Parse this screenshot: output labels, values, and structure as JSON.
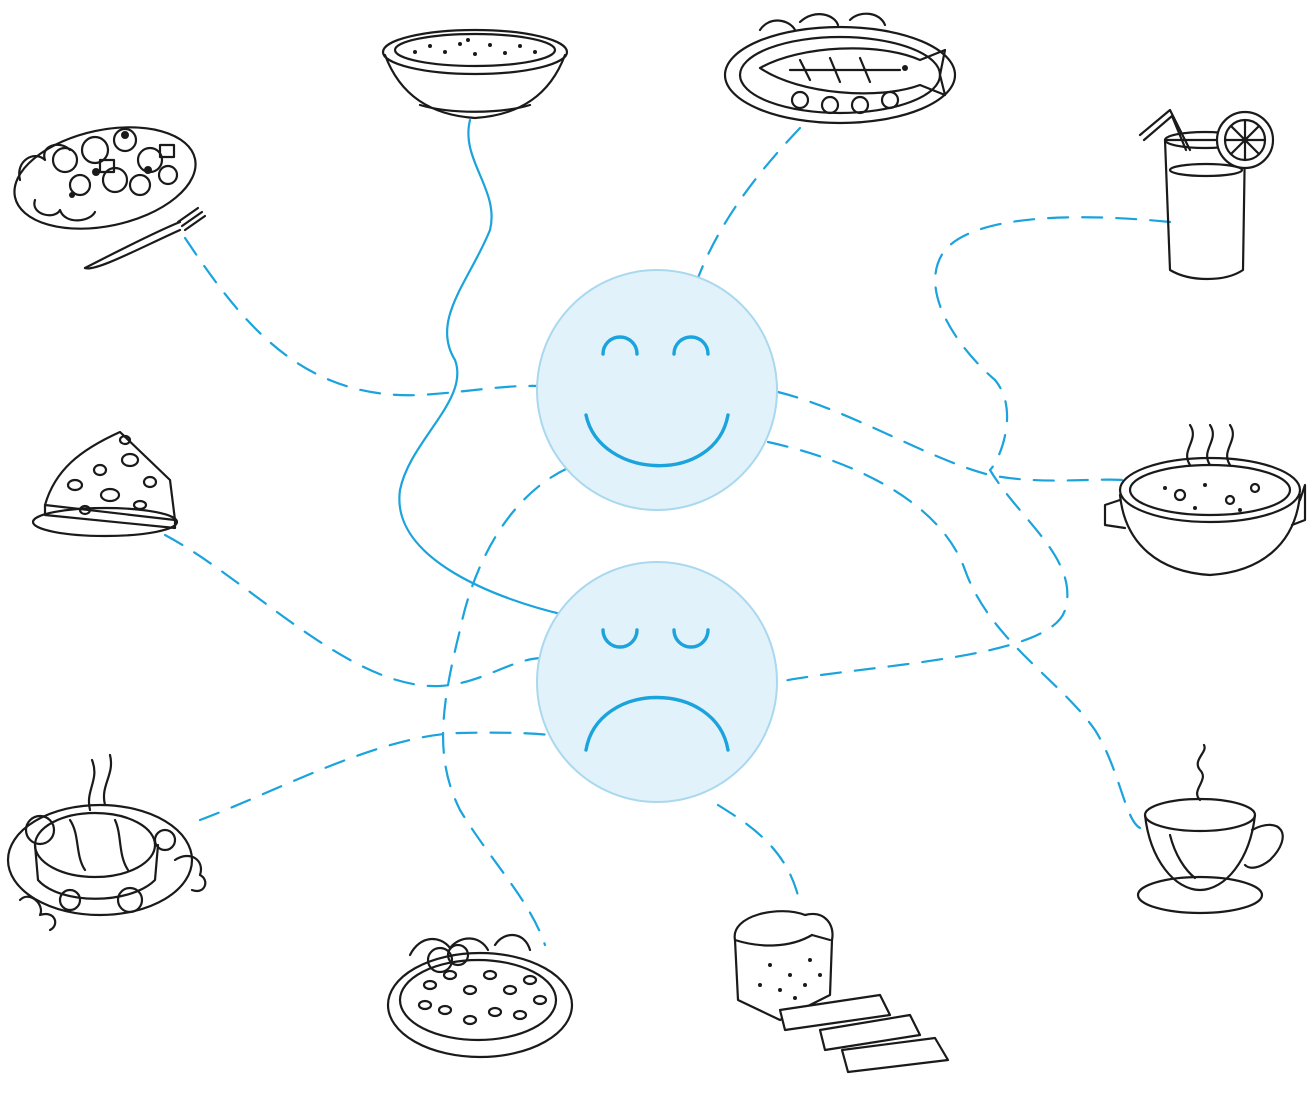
{
  "faces": [
    {
      "id": "happy",
      "expression": "smiling",
      "icon": "happy-face-icon"
    },
    {
      "id": "sad",
      "expression": "frowning",
      "icon": "sad-face-icon"
    }
  ],
  "foods": [
    {
      "id": "salad",
      "icon": "salad-plate-icon",
      "connected_to": "happy"
    },
    {
      "id": "rice-bowl",
      "icon": "rice-bowl-icon",
      "connected_to": "sad"
    },
    {
      "id": "fish",
      "icon": "fish-plate-icon",
      "connected_to": "happy"
    },
    {
      "id": "juice",
      "icon": "juice-glass-icon",
      "connected_to": "sad"
    },
    {
      "id": "cheese",
      "icon": "cheese-wedge-icon",
      "connected_to": "sad"
    },
    {
      "id": "soup",
      "icon": "soup-pot-icon",
      "connected_to": "happy"
    },
    {
      "id": "meat",
      "icon": "meat-plate-icon",
      "connected_to": "sad"
    },
    {
      "id": "tea",
      "icon": "tea-cup-icon",
      "connected_to": "happy"
    },
    {
      "id": "beans",
      "icon": "bean-dish-icon",
      "connected_to": "happy"
    },
    {
      "id": "bread",
      "icon": "bread-loaf-icon",
      "connected_to": "sad"
    }
  ],
  "colors": {
    "line": "#1aa3dc",
    "face_fill": "#e1f2fa",
    "ink": "#1a1a1a"
  }
}
